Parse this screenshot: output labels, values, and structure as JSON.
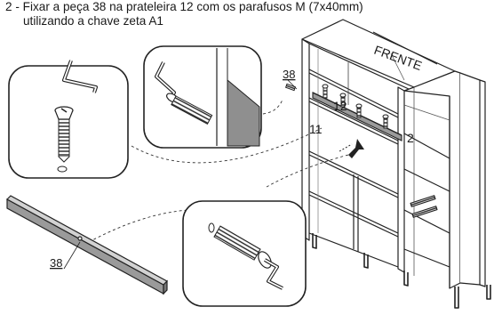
{
  "instruction": {
    "line1": "2 - Fixar a peça 38 na prateleira 12 com os parafusos M (7x40mm)",
    "line2": "utilizando a chave zeta A1"
  },
  "labels": {
    "frente": "FRENTE",
    "part_38_top": "38",
    "part_12": "12",
    "part_11": "11",
    "part_2": "2",
    "part_38_beam": "38"
  }
}
